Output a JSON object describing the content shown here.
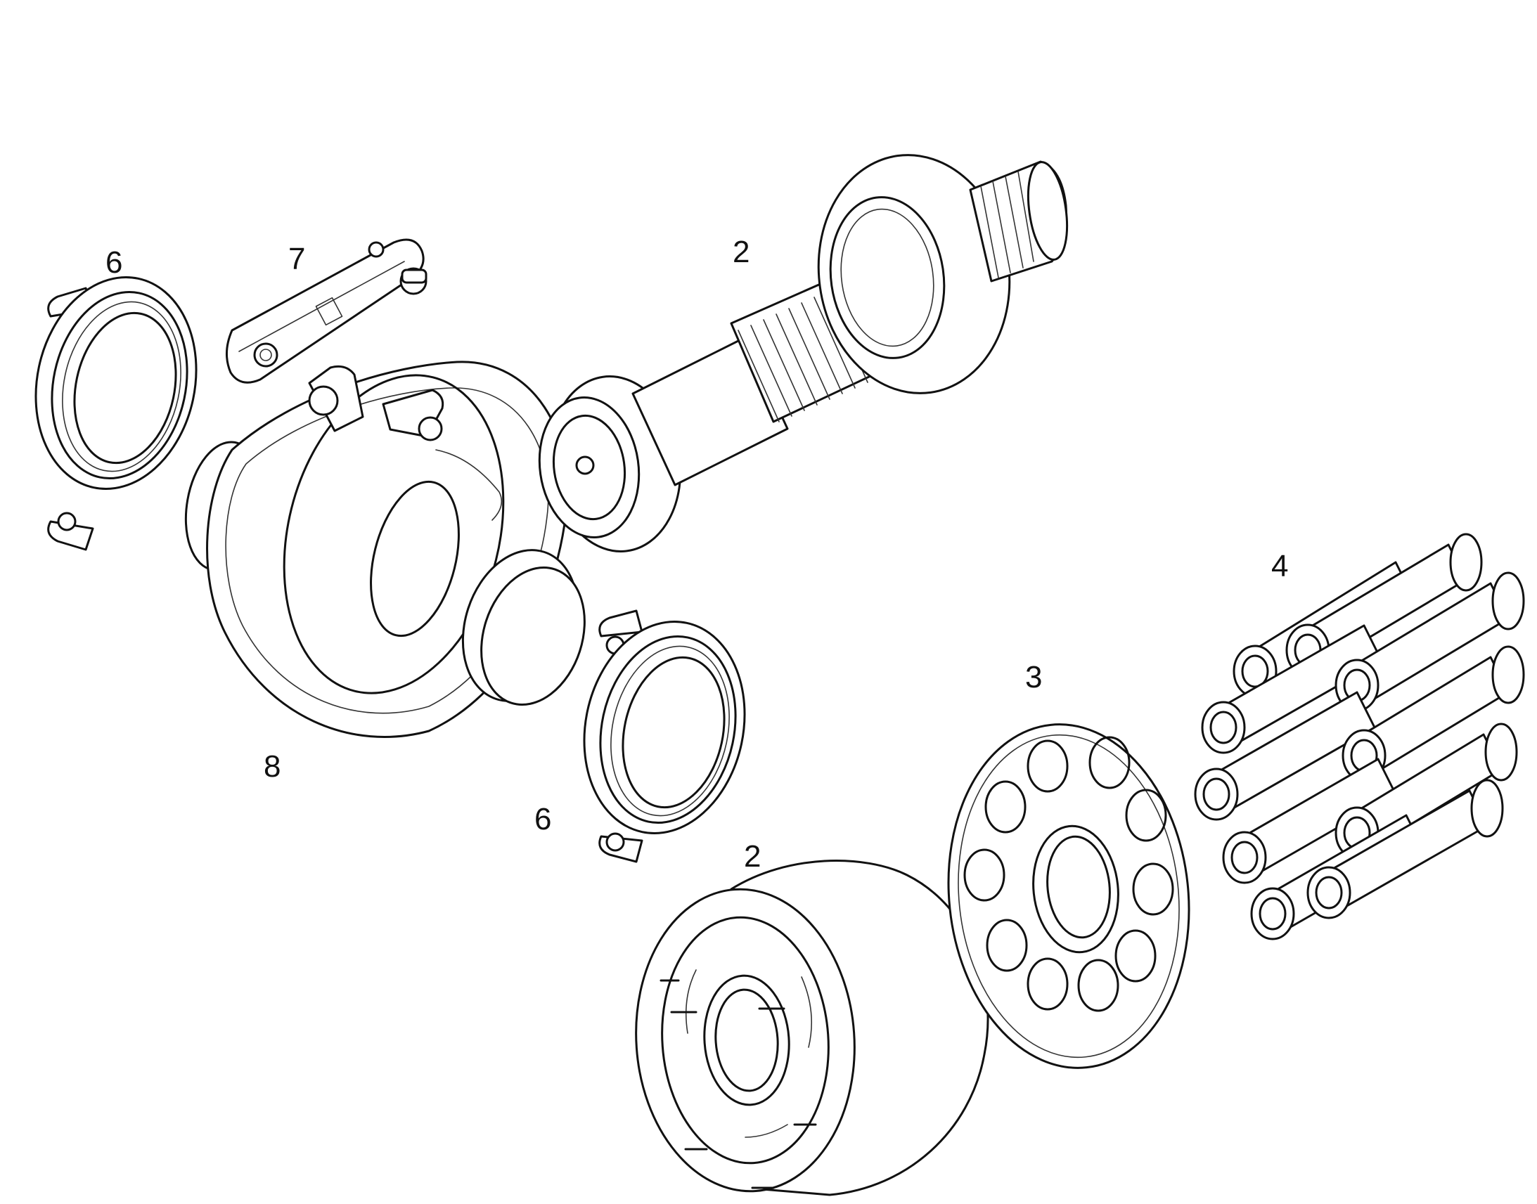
{
  "callouts": {
    "ring_left": "6",
    "lever": "7",
    "shaft": "2",
    "piston_group": "4",
    "retainer_plate": "3",
    "swash_housing": "8",
    "ring_center": "6",
    "cylinder_block": "2"
  },
  "colors": {
    "line": "#111111",
    "background": "#ffffff"
  }
}
